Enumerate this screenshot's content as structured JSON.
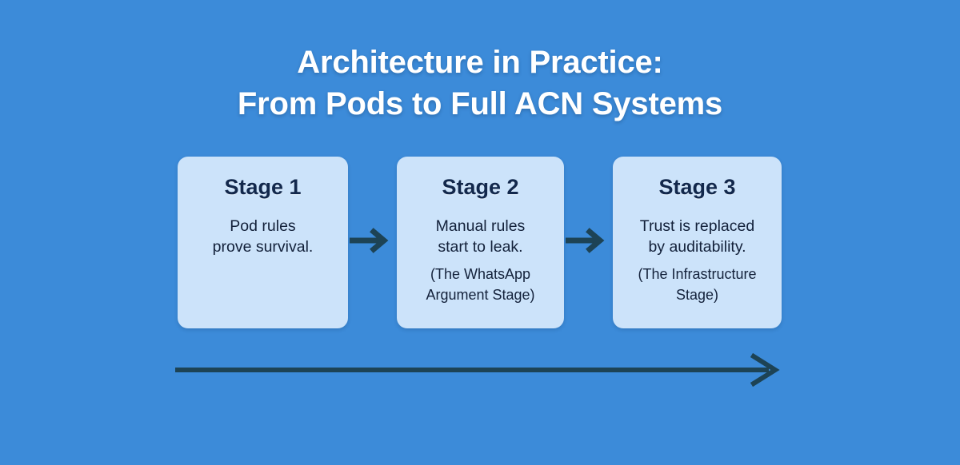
{
  "theme": {
    "background_color": "#3C8BD9",
    "card_color": "#CCE3FA",
    "title_color": "#FFFFFF",
    "heading_color": "#12284C",
    "body_color": "#13213A",
    "arrow_color": "#1D4355"
  },
  "title": {
    "line1": "Architecture in Practice:",
    "line2": "From Pods to Full ACN Systems"
  },
  "stages": [
    {
      "heading": "Stage 1",
      "body_line1": "Pod rules",
      "body_line2": "prove survival.",
      "note_line1": "",
      "note_line2": ""
    },
    {
      "heading": "Stage 2",
      "body_line1": "Manual rules",
      "body_line2": "start to leak.",
      "note_line1": "(The WhatsApp",
      "note_line2": "Argument Stage)"
    },
    {
      "heading": "Stage 3",
      "body_line1": "Trust is replaced",
      "body_line2": "by auditability.",
      "note_line1": "(The Infrastructure",
      "note_line2": "Stage)"
    }
  ],
  "connectors": [
    {
      "name": "arrow-stage1-to-stage2"
    },
    {
      "name": "arrow-stage2-to-stage3"
    }
  ],
  "progression_arrow": {
    "name": "overall-progression-arrow",
    "direction": "left-to-right"
  }
}
